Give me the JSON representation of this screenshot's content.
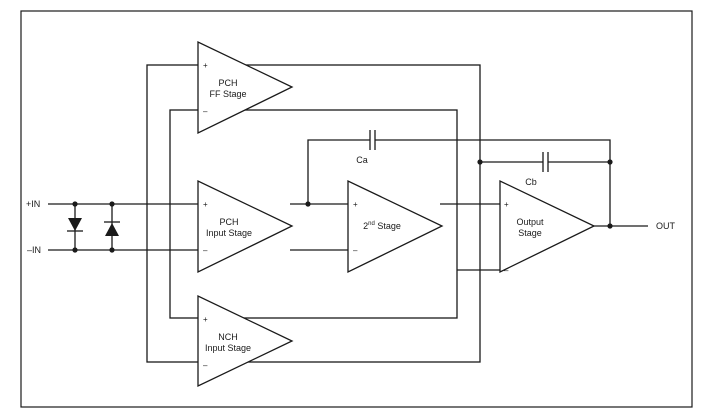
{
  "pins": {
    "in_plus": "+IN",
    "in_minus": "–IN",
    "out": "OUT"
  },
  "stages": {
    "pch_ff": {
      "line1": "PCH",
      "line2": "FF Stage"
    },
    "pch_input": {
      "line1": "PCH",
      "line2": "Input Stage"
    },
    "nch_input": {
      "line1": "NCH",
      "line2": "Input Stage"
    },
    "second": {
      "base": "2",
      "sup": "nd",
      "rest": " Stage"
    },
    "output": {
      "line1": "Output",
      "line2": "Stage"
    }
  },
  "capacitors": {
    "ca": "Ca",
    "cb": "Cb"
  },
  "signs": {
    "plus": "+",
    "minus": "–"
  }
}
